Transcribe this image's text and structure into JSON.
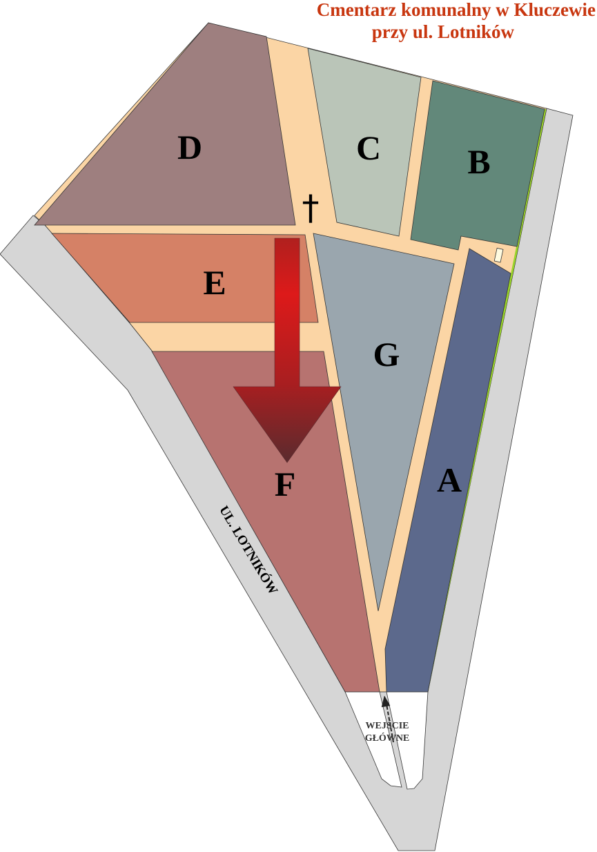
{
  "title": {
    "line1": "Cmentarz komunalny w Kluczewie",
    "line2": "przy ul. Lotników"
  },
  "sections": [
    {
      "id": "A",
      "label": "A",
      "color": "#5c698c"
    },
    {
      "id": "B",
      "label": "B",
      "color": "#62887a"
    },
    {
      "id": "C",
      "label": "C",
      "color": "#bac5b8"
    },
    {
      "id": "D",
      "label": "D",
      "color": "#9e7f7f"
    },
    {
      "id": "E",
      "label": "E",
      "color": "#d58166"
    },
    {
      "id": "F",
      "label": "F",
      "color": "#b77370"
    },
    {
      "id": "G",
      "label": "G",
      "color": "#9aa6ae"
    }
  ],
  "street": "UL. LOTNIKÓW",
  "entrance": {
    "line1": "WEJŚCIE",
    "line2": "GŁÓWNE"
  },
  "chapel_symbol": "†",
  "colors": {
    "path": "#fbd5a5",
    "road": "#d6d6d6",
    "hedge": "#9ad42a",
    "title": "#c8360f"
  }
}
